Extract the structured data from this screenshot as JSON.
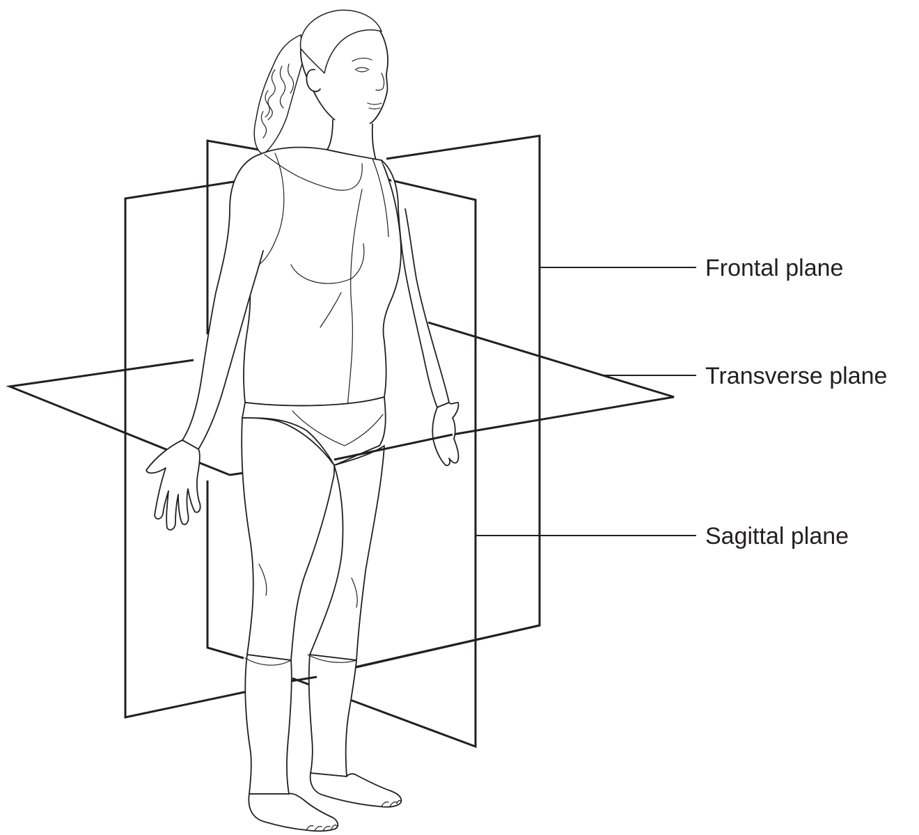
{
  "labels": {
    "frontal": "Frontal plane",
    "transverse": "Transverse plane",
    "sagittal": "Sagittal plane"
  },
  "colors": {
    "ink": "#231f20",
    "background": "#ffffff"
  }
}
